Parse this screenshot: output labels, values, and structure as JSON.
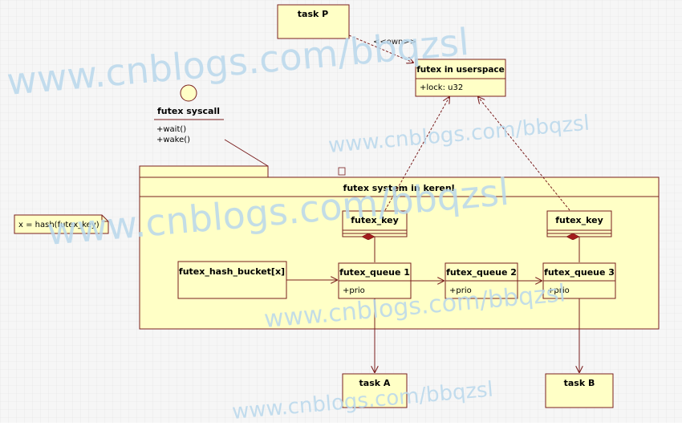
{
  "colors": {
    "background": "#f6f6f6",
    "grid": "#dcdcdc",
    "box_fill": "#ffffc6",
    "box_stroke": "#7a1f1f",
    "line": "#7a1f1f",
    "text": "#000000",
    "watermark": "#b9d8ec"
  },
  "watermark": "www.cnblogs.com/bbqzsl",
  "boxes": {
    "task_p": "task P",
    "futex_userspace": {
      "title": "futex in userspace",
      "attr": "+lock: u32"
    },
    "futex_syscall": {
      "title": "futex syscall",
      "ops": [
        "+wait()",
        "+wake()"
      ]
    },
    "kernel_package": "futex system in kerenl",
    "note": "x = hash(futex_key)",
    "futex_key_1": "futex_key",
    "futex_key_2": "futex_key",
    "hash_bucket": "futex_hash_bucket[x]",
    "queue_1": {
      "title": "futex_queue 1",
      "attr": "+prio"
    },
    "queue_2": {
      "title": "futex_queue 2",
      "attr": "+prio"
    },
    "queue_3": {
      "title": "futex_queue 3",
      "attr": "+prio"
    },
    "task_a": "task A",
    "task_b": "task B"
  },
  "labels": {
    "own": "<<own>>"
  }
}
